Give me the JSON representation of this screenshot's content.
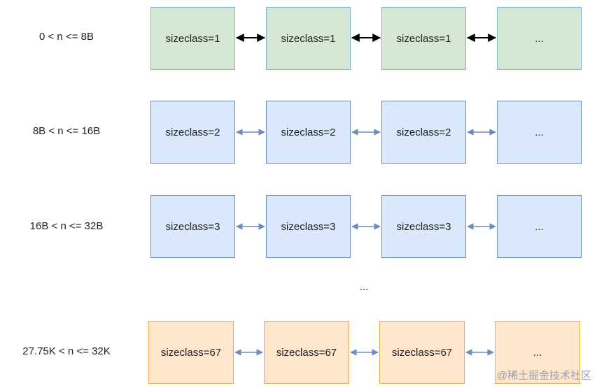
{
  "rows": [
    {
      "range": "0 < n <= 8B",
      "cells": [
        "sizeclass=1",
        "sizeclass=1",
        "sizeclass=1",
        "..."
      ],
      "theme": "green"
    },
    {
      "range": "8B < n <= 16B",
      "cells": [
        "sizeclass=2",
        "sizeclass=2",
        "sizeclass=2",
        "..."
      ],
      "theme": "blue"
    },
    {
      "range": "16B < n <= 32B",
      "cells": [
        "sizeclass=3",
        "sizeclass=3",
        "sizeclass=3",
        "..."
      ],
      "theme": "blue"
    },
    {
      "range": "27.75K < n <= 32K",
      "cells": [
        "sizeclass=67",
        "sizeclass=67",
        "sizeclass=67",
        "..."
      ],
      "theme": "orange"
    }
  ],
  "ellipsis": "...",
  "watermark": "@稀土掘金技术社区",
  "colors": {
    "arrow_black": "#000000",
    "arrow_blue": "#6c8ebf"
  }
}
